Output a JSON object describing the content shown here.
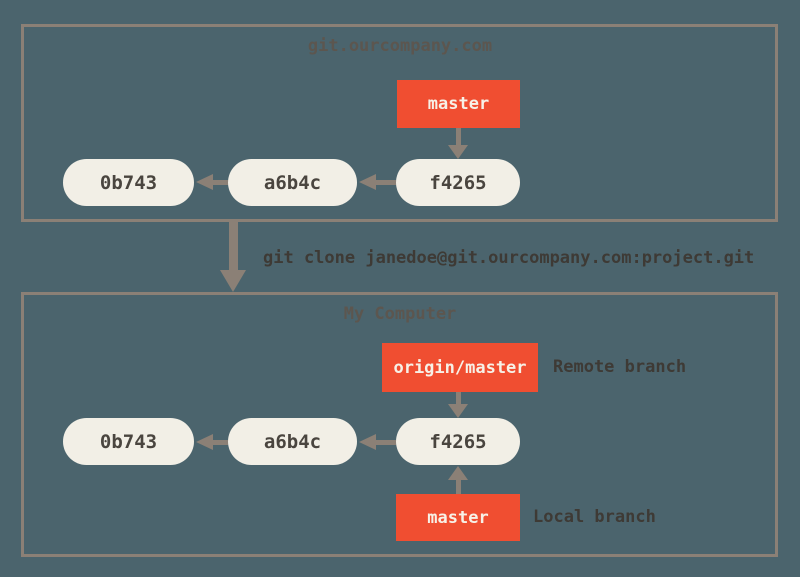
{
  "colors": {
    "background": "#4b646d",
    "panel_border": "#8b8076",
    "arrow": "#8b8076",
    "branch_red": "#f04e31",
    "commit_fill": "#f2efe6",
    "commit_text": "#4a453f",
    "branch_text": "#f7f1e7",
    "title_text": "#5c564f",
    "dark_text": "#3e3a35"
  },
  "remote_section": {
    "title": "git.ourcompany.com",
    "branch_label": "master",
    "commits": [
      "0b743",
      "a6b4c",
      "f4265"
    ]
  },
  "clone_command": "git clone janedoe@git.ourcompany.com:project.git",
  "local_section": {
    "title": "My Computer",
    "remote_branch_label": "origin/master",
    "remote_branch_annotation": "Remote branch",
    "local_branch_label": "master",
    "local_branch_annotation": "Local branch",
    "commits": [
      "0b743",
      "a6b4c",
      "f4265"
    ]
  }
}
